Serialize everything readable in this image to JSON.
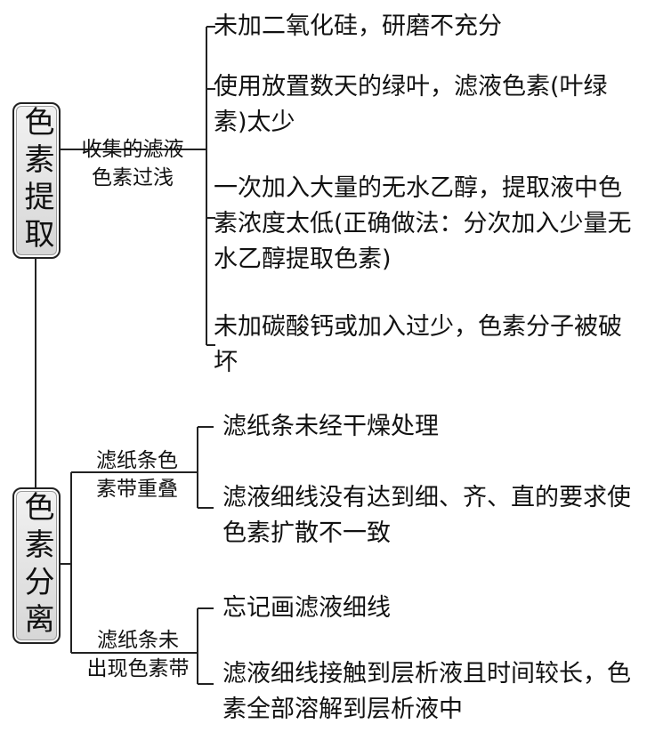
{
  "nodes": {
    "extract": {
      "label": "色素提取",
      "group": {
        "label_lines": [
          "收集的滤液",
          "色素过浅"
        ],
        "items": [
          "未加二氧化硅，研磨不充分",
          "使用放置数天的绿叶，滤液色素(叶绿素)太少",
          "一次加入大量的无水乙醇，提取液中色素浓度太低(正确做法：分次加入少量无水乙醇提取色素)",
          "未加碳酸钙或加入过少，色素分子被破坏"
        ]
      }
    },
    "separate": {
      "label": "色素分离",
      "groups": [
        {
          "label_lines": [
            "滤纸条色",
            "素带重叠"
          ],
          "items": [
            "滤纸条未经干燥处理",
            "滤液细线没有达到细、齐、直的要求使色素扩散不一致"
          ]
        },
        {
          "label_lines": [
            "滤纸条未",
            "出现色素带"
          ],
          "items": [
            "忘记画滤液细线",
            "滤液细线接触到层析液且时间较长，色素全部溶解到层析液中"
          ]
        }
      ]
    }
  }
}
